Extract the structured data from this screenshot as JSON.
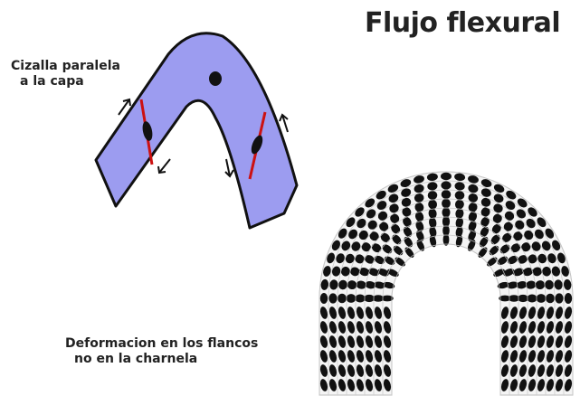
{
  "title": "Flujo flexural",
  "labels": {
    "shear_line1": "Cizalla paralela",
    "shear_line2": "a la capa",
    "deform_line1": "Deformacion en los flancos",
    "deform_line2": "no en la charnela"
  },
  "colors": {
    "fold_fill": "#9c9cf0",
    "outline": "#111111",
    "strain_line": "#cc1111",
    "ellipse": "#111111"
  }
}
